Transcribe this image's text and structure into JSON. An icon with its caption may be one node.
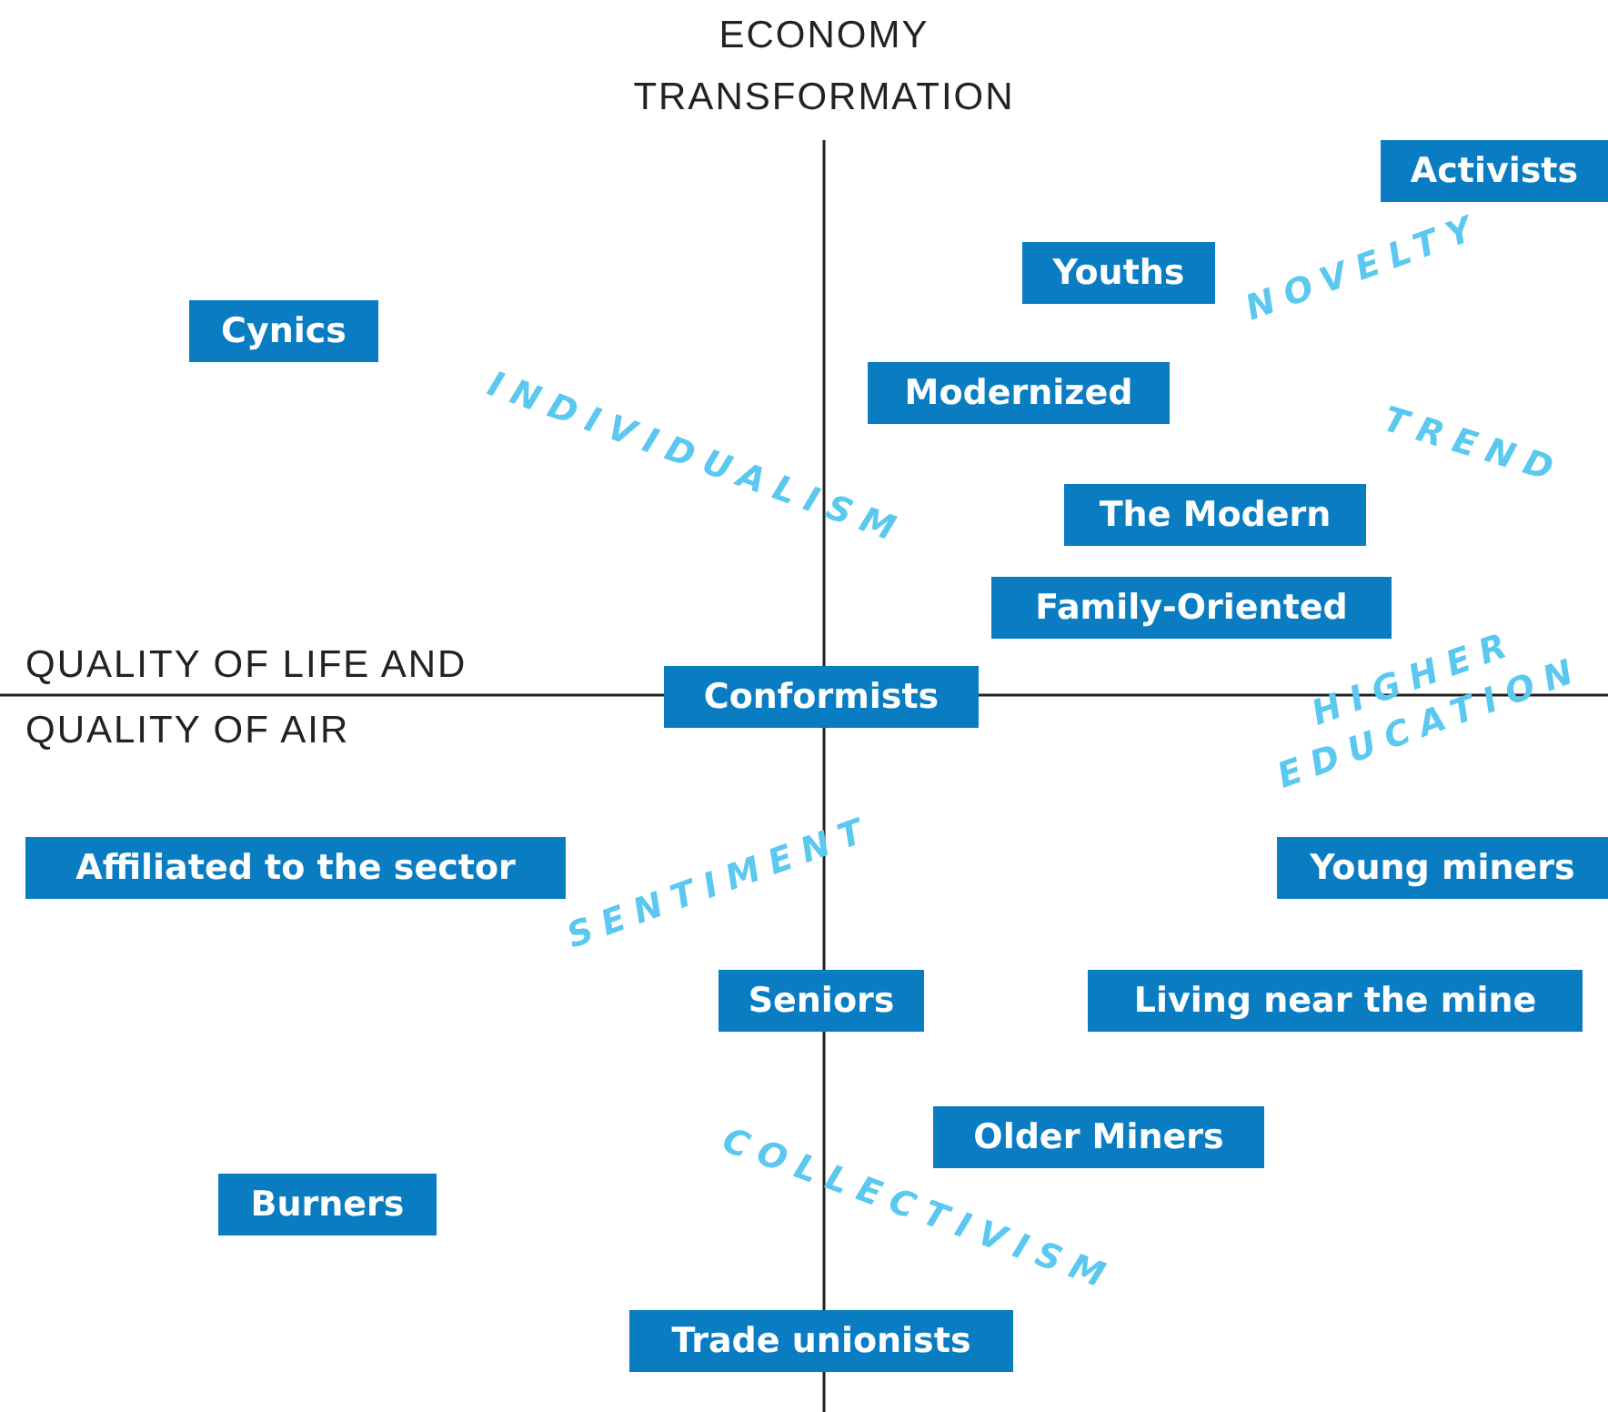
{
  "diagram": {
    "nodes": [
      {
        "text": [
          "Activists"
        ]
      },
      {
        "text": [
          "Youths"
        ]
      },
      {
        "text": [
          "Cynics"
        ]
      },
      {
        "text": [
          "Modernized"
        ]
      },
      {
        "text": [
          "The Modern"
        ]
      },
      {
        "text": [
          "Family-Oriented"
        ]
      },
      {
        "text": [
          "Conformists"
        ]
      },
      {
        "text": [
          "Affiliated to the sector"
        ]
      },
      {
        "text": [
          "Young miners"
        ]
      },
      {
        "text": [
          "Seniors"
        ]
      },
      {
        "text": [
          "Living near the mine"
        ]
      },
      {
        "text": [
          "Older Miners"
        ]
      },
      {
        "text": [
          "Burners"
        ]
      },
      {
        "text": [
          "Trade unionists"
        ]
      }
    ],
    "edges": [],
    "labels": [
      "ECONOMY TRANSFORMATION",
      "NOVELTY",
      "INDIVIDUALISM",
      "TREND",
      "QUALITY OF LIFE AND QUALITY OF AIR",
      "HIGHER EDUCATION",
      "SENTIMENT",
      "COLLECTIVISM"
    ]
  }
}
